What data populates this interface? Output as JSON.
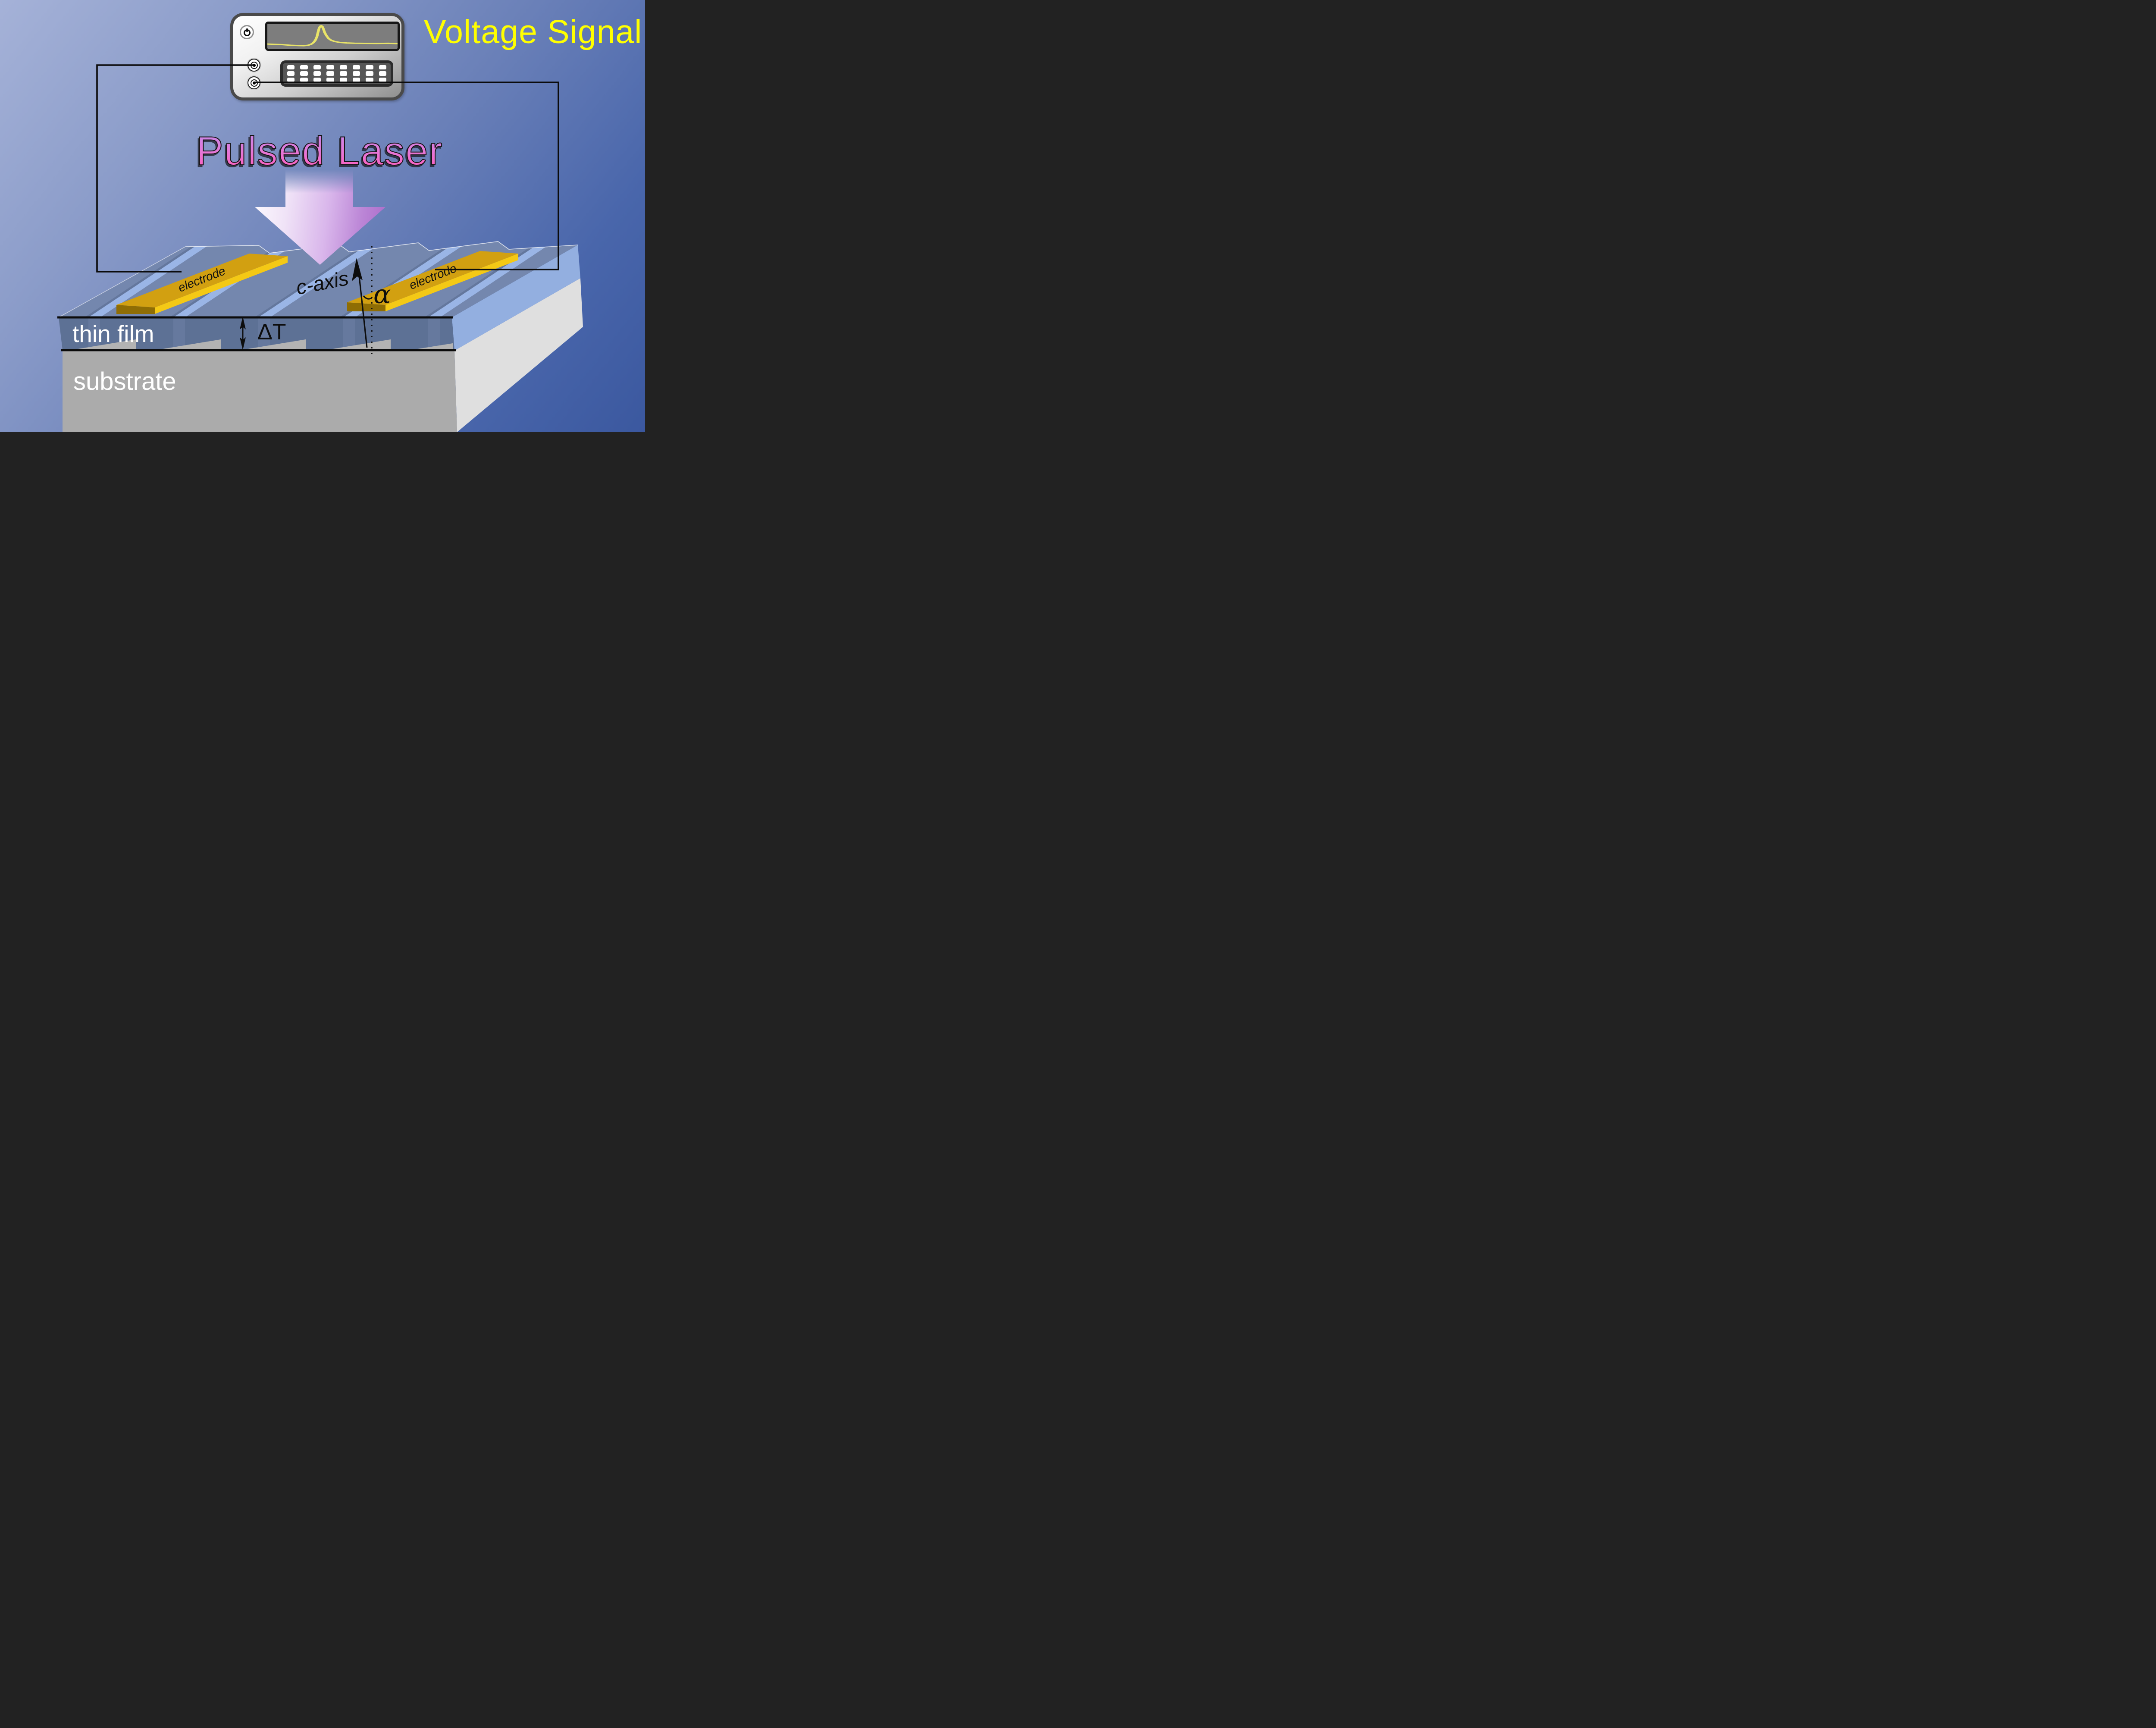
{
  "figure": {
    "type": "schematic-diagram",
    "description_visible_texts_only": true
  },
  "labels": {
    "voltage_signal": "Voltage Signal",
    "pulsed_laser": "Pulsed Laser",
    "electrode_left": "electrode",
    "electrode_right": "electrode",
    "c_axis": "c-axis",
    "alpha": "α",
    "delta_t": "ΔT",
    "thin_film": "thin film",
    "substrate": "substrate"
  },
  "instrument": {
    "kind": "voltage-readout-unit",
    "icons": [
      "power-icon",
      "bnc-connector-top",
      "bnc-connector-bottom"
    ],
    "keypad": {
      "rows": 3,
      "cols": 8
    },
    "waveform_color": "#e9e468",
    "waveform_points": [
      [
        0,
        32.5
      ],
      [
        6,
        33
      ],
      [
        12,
        33.5
      ],
      [
        18,
        34.5
      ],
      [
        24,
        35
      ],
      [
        28,
        35.2
      ],
      [
        31,
        34.6
      ],
      [
        33.5,
        33
      ],
      [
        35.5,
        30
      ],
      [
        37,
        26
      ],
      [
        38.2,
        20
      ],
      [
        39,
        13
      ],
      [
        39.8,
        7
      ],
      [
        40.6,
        4
      ],
      [
        41.4,
        3.2
      ],
      [
        42.2,
        4.5
      ],
      [
        43,
        8
      ],
      [
        44,
        14
      ],
      [
        45.5,
        19.5
      ],
      [
        47,
        23.5
      ],
      [
        49,
        26.5
      ],
      [
        52,
        28.6
      ],
      [
        56,
        30
      ],
      [
        61,
        30.8
      ],
      [
        67,
        31.2
      ],
      [
        75,
        31.4
      ],
      [
        84,
        31.5
      ],
      [
        93,
        31.3
      ],
      [
        100,
        31.8
      ]
    ]
  },
  "colors": {
    "background_top": "#a5b2d8",
    "background_bottom": "#3b589f",
    "signal_text": "#ffff00",
    "laser_text_top": "#c487e8",
    "laser_text_bottom": "#ff5fbf",
    "laser_arrow": "#a765c8",
    "electrode_gold": "#d2a011",
    "electrode_gold_bright": "#f4c915",
    "electrode_gold_dark": "#8f6d04",
    "terrace_slate": "#7487ae",
    "terrace_stripe": "#9ab5e6",
    "film_front": "#5d7195",
    "film_side": "#93afe0",
    "substrate_front": "#ababab",
    "substrate_side": "#dfdfdf",
    "wire": "#0b0b0b"
  }
}
